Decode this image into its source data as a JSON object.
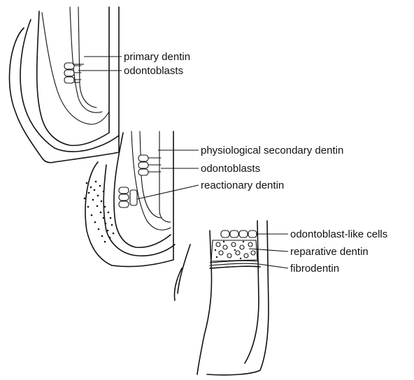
{
  "panel1": {
    "labels": {
      "primary_dentin": "primary dentin",
      "odontoblasts": "odontoblasts"
    }
  },
  "panel2": {
    "labels": {
      "physiological_secondary_dentin": "physiological secondary dentin",
      "odontoblasts": "odontoblasts",
      "reactionary_dentin": "reactionary dentin"
    }
  },
  "panel3": {
    "labels": {
      "odontoblast_like_cells": "odontoblast-like cells",
      "reparative_dentin": "reparative dentin",
      "fibrodentin": "fibrodentin"
    }
  }
}
